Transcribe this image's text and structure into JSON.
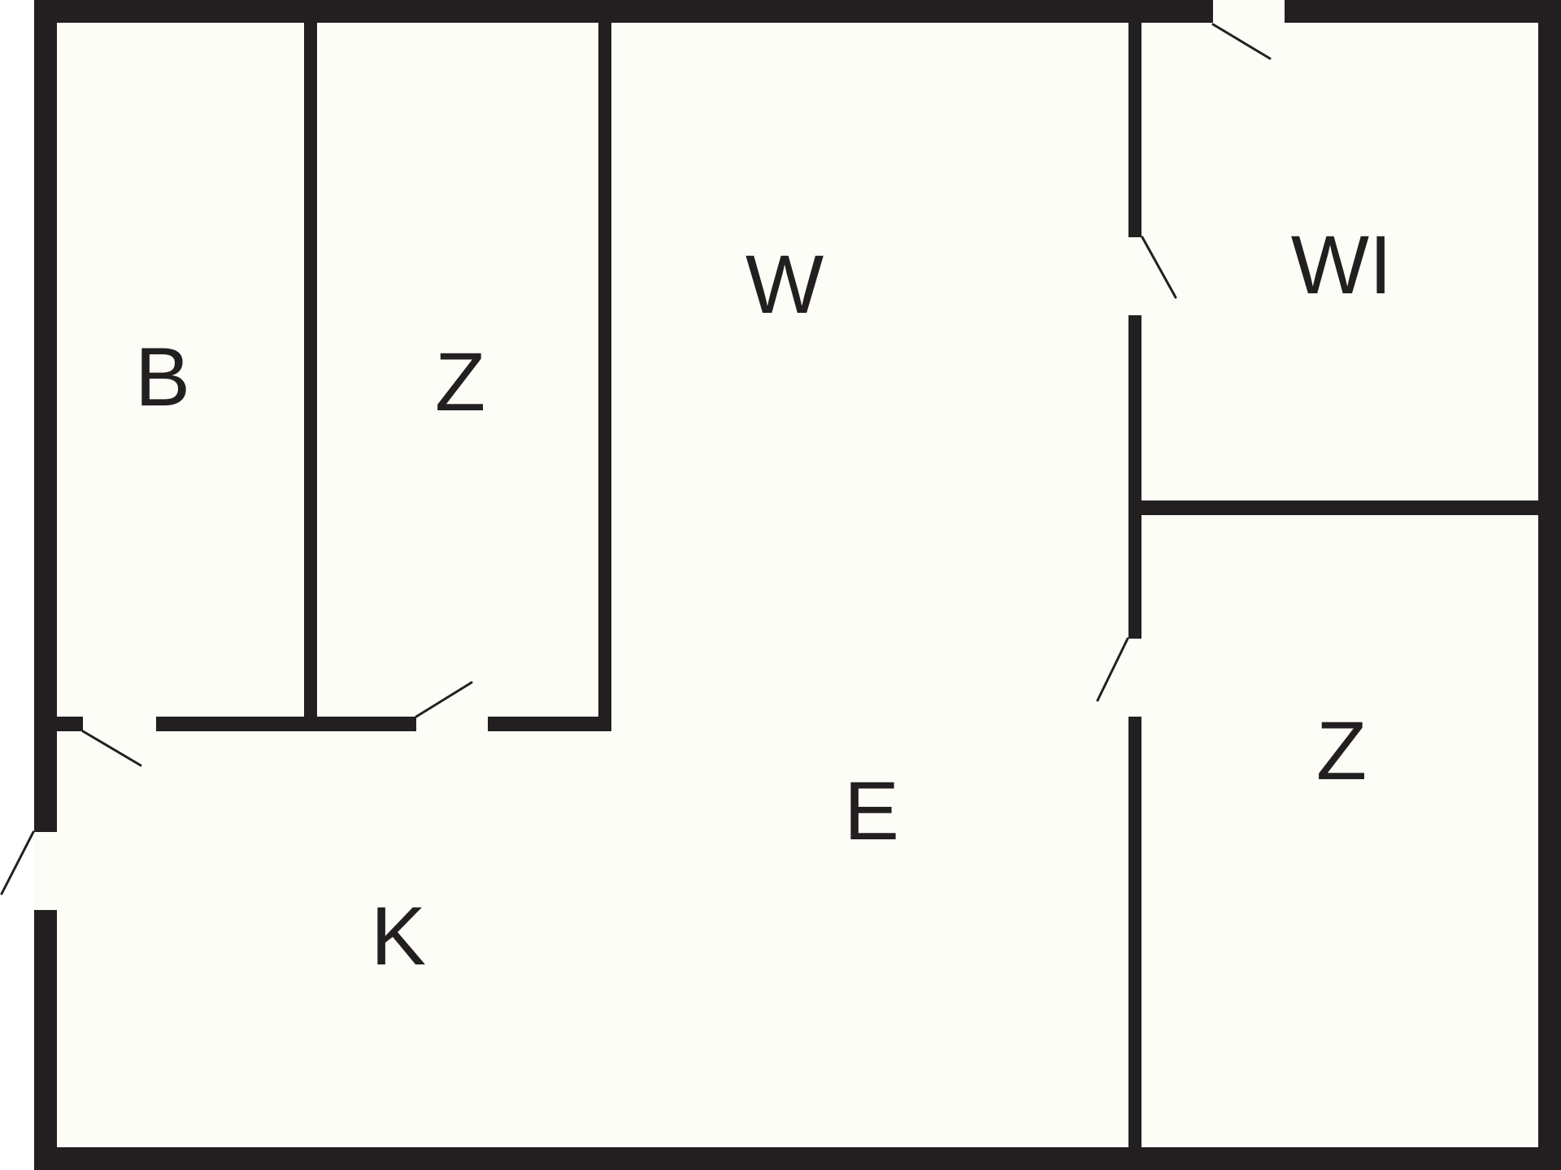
{
  "colors": {
    "wall": "#231f20",
    "floor": "#fdfdf7",
    "label": "#231f20",
    "door": "#231f20"
  },
  "rooms": [
    {
      "id": "b",
      "label": "B"
    },
    {
      "id": "z1",
      "label": "Z"
    },
    {
      "id": "w",
      "label": "W"
    },
    {
      "id": "wi",
      "label": "WI"
    },
    {
      "id": "z2",
      "label": "Z"
    },
    {
      "id": "e",
      "label": "E"
    },
    {
      "id": "k",
      "label": "K"
    }
  ]
}
